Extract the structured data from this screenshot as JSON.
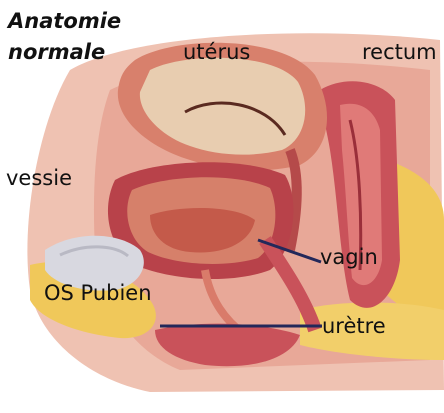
{
  "title_lines": [
    "Anatomie",
    "normale"
  ],
  "labels": {
    "uterus": "utérus",
    "rectum": "rectum",
    "vessie": "vessie",
    "vagin": "vagin",
    "os_pubien": "OS Pubien",
    "uretre": "urètre"
  },
  "colors": {
    "leader_line": "#23285a",
    "tissue_pink": "#e8a494",
    "tissue_dark": "#b8424a",
    "uterus_inner": "#e8cdb0",
    "fat_yellow": "#f0c85a",
    "bone_grey": "#d8d8e0"
  }
}
